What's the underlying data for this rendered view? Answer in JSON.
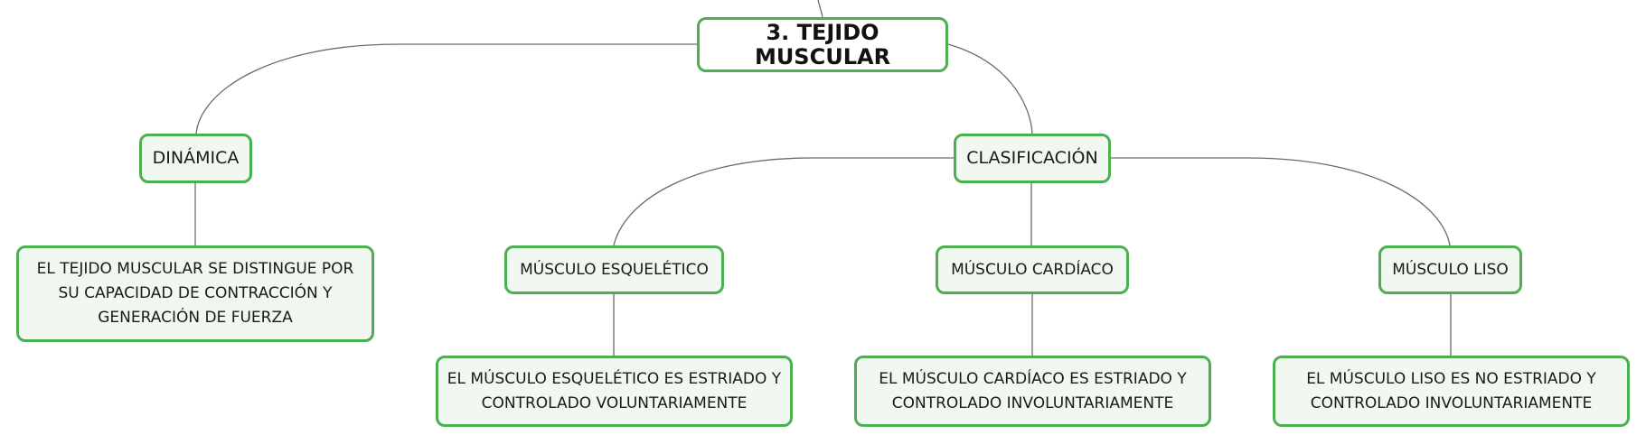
{
  "colors": {
    "node_border": "#4caf50",
    "node_fill": "#f1f8f2",
    "connector": "#6b6b6b"
  },
  "root": {
    "label": "3. TEJIDO MUSCULAR"
  },
  "dinamica": {
    "label": "DINÁMICA",
    "detail": "EL TEJIDO MUSCULAR SE DISTINGUE POR SU CAPACIDAD DE CONTRACCIÓN Y GENERACIÓN DE FUERZA"
  },
  "clasificacion": {
    "label": "CLASIFICACIÓN",
    "types": [
      {
        "label": "MÚSCULO ESQUELÉTICO",
        "detail": "EL MÚSCULO ESQUELÉTICO ES ESTRIADO Y CONTROLADO VOLUNTARIAMENTE"
      },
      {
        "label": "MÚSCULO CARDÍACO",
        "detail": "EL MÚSCULO CARDÍACO ES ESTRIADO Y CONTROLADO INVOLUNTARIAMENTE"
      },
      {
        "label": "MÚSCULO LISO",
        "detail": "EL MÚSCULO LISO ES NO ESTRIADO Y CONTROLADO INVOLUNTARIAMENTE"
      }
    ]
  }
}
